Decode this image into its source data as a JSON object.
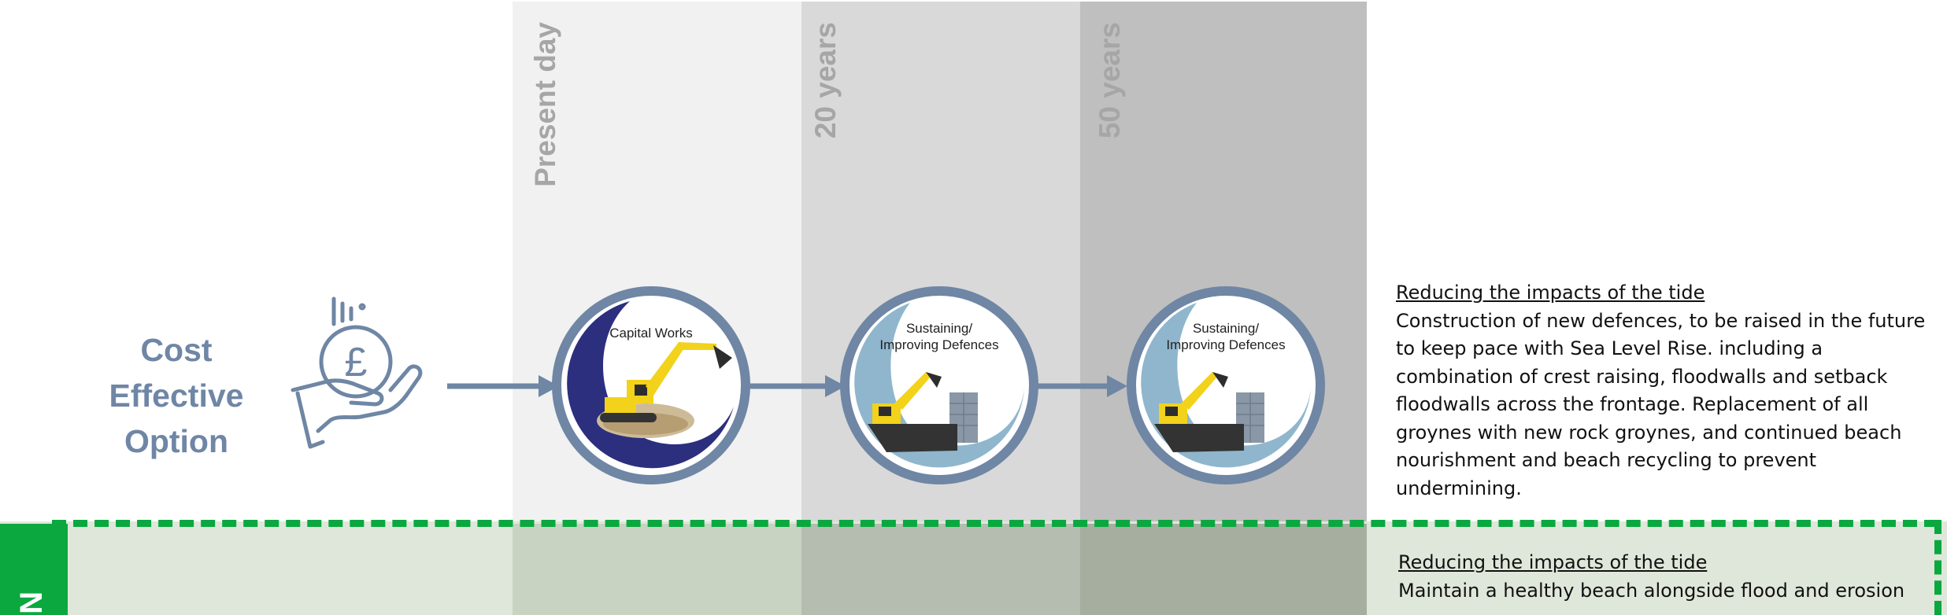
{
  "timeline": {
    "present": "Present day",
    "year20": "20 years",
    "year50": "50 years"
  },
  "option": {
    "line1": "Cost",
    "line2": "Effective",
    "line3": "Option"
  },
  "icons": {
    "money_hand": "hand-holding-pound-coin-icon",
    "capital_works": "excavator-icon",
    "defences": "excavator-wave-seawall-icon"
  },
  "stages": {
    "stage1": "Capital Works",
    "stage2_line1": "Sustaining/",
    "stage2_line2": "Improving Defences",
    "stage3_line1": "Sustaining/",
    "stage3_line2": "Improving Defences"
  },
  "description": {
    "heading": "Reducing the impacts of the tide",
    "lines": [
      "Construction of new defences, to be raised in the future",
      "to keep pace with Sea Level Rise. including a",
      "combination of crest raising, floodwalls and setback",
      "floodwalls across the frontage. Replacement of all",
      "groynes with new rock groynes, and continued beach",
      "nourishment and beach recycling to prevent",
      "undermining."
    ]
  },
  "next_option": {
    "letter": "N",
    "heading": "Reducing the impacts of the tide",
    "line1": "Maintain a healthy beach alongside flood and erosion"
  },
  "colors": {
    "accent_blue": "#6f86a5",
    "green": "#0aa83f",
    "navy": "#2c2f7e",
    "wave": "#8fb6cc"
  }
}
